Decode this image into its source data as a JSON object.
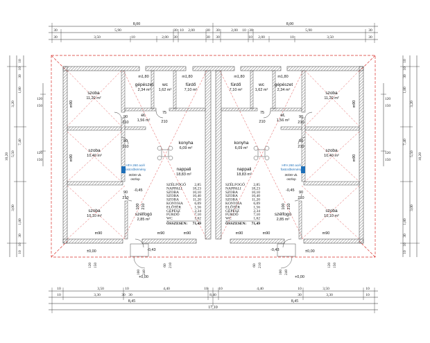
{
  "colors": {
    "wall": "#6e6e6e",
    "roof": "#d9302b",
    "hatch": "#9a9a9a",
    "diag": "#e05050",
    "blue": "#1d6fb8",
    "line": "#222222"
  },
  "dims": {
    "top_total": [
      "8,00",
      "8,00"
    ],
    "top_row1": [
      "30",
      "5,90",
      "30",
      "10",
      "2,00",
      "30",
      "30",
      "2,00",
      "10",
      "30",
      "5,90",
      "30"
    ],
    "top_row2": [
      "30",
      "3,50",
      "10",
      "2,00",
      "30",
      "30",
      "30",
      "10",
      "2,00",
      "10",
      "3,50",
      "30"
    ],
    "left_outer": [
      "10",
      "10",
      "30",
      "1,80",
      "3,20",
      "7,40",
      "5,50",
      "3,00",
      "1,80",
      "30",
      "10",
      "10"
    ],
    "left_total": "10,20",
    "right_outer": [
      "10",
      "10",
      "30",
      "1,80",
      "3,20",
      "7,40",
      "5,50",
      "3,00",
      "1,80",
      "30",
      "10",
      "10"
    ],
    "right_total": "10,20",
    "left_inner": [
      "120",
      "150",
      "120",
      "150"
    ],
    "right_inner": [
      "120",
      "150",
      "120",
      "150"
    ],
    "bottom_row1": [
      "10",
      "3,50",
      "10",
      "4,40",
      "10",
      "10",
      "4,40",
      "10",
      "3,50",
      "10"
    ],
    "bottom_row2": [
      "10",
      "3,30",
      "30",
      "30",
      "8,40",
      "30",
      "3,30",
      "10"
    ],
    "bottom_row3": [
      "8,45",
      "8,45"
    ],
    "bottom_total": "17,10",
    "bottom_openings": [
      "120",
      "150",
      "60",
      "210",
      "100",
      "240",
      "+0,00",
      "+0,00",
      "100",
      "240",
      "60",
      "210",
      "120",
      "150"
    ]
  },
  "rooms": {
    "left": [
      {
        "name": "szoba",
        "area": "11,20 m²"
      },
      {
        "name": "gépészet",
        "area": "2,34 m²"
      },
      {
        "name": "wc",
        "area": "1,62 m²"
      },
      {
        "name": "fürdő",
        "area": "7,10 m²"
      },
      {
        "name": "et.",
        "area": "1,56 m²"
      },
      {
        "name": "szoba",
        "area": "10,40 m²"
      },
      {
        "name": "konyha",
        "area": "6,09 m²"
      },
      {
        "name": "nappali",
        "area": "18,83 m²"
      },
      {
        "name": "szoba",
        "area": "10,10 m²"
      },
      {
        "name": "szélfogó",
        "area": "2,85 m²"
      }
    ],
    "right": [
      {
        "name": "fürdő",
        "area": "7,10 m²"
      },
      {
        "name": "wc",
        "area": "1,62 m²"
      },
      {
        "name": "gépészet",
        "area": "2,34 m²"
      },
      {
        "name": "szoba",
        "area": "11,20 m²"
      },
      {
        "name": "et.",
        "area": "1,56 m²"
      },
      {
        "name": "konyha",
        "area": "6,09 m²"
      },
      {
        "name": "szoba",
        "area": "10,40 m²"
      },
      {
        "name": "nappali",
        "area": "18,83 m²"
      },
      {
        "name": "szoba",
        "area": "10,10 m²"
      },
      {
        "name": "szélfogó",
        "area": "2,85 m²"
      }
    ]
  },
  "area_table": {
    "rows": [
      {
        "label": "SZÉLFOGÓ",
        "value": "2,85"
      },
      {
        "label": "NAPPALI",
        "value": "18,23"
      },
      {
        "label": "SZOBA",
        "value": "10,10"
      },
      {
        "label": "SZOBA",
        "value": "10,40"
      },
      {
        "label": "SZOBA",
        "value": "11,20"
      },
      {
        "label": "KONYHA",
        "value": "6,09"
      },
      {
        "label": "ELŐTÉR",
        "value": "1,56"
      },
      {
        "label": "GÉPÉSZ",
        "value": "2,34"
      },
      {
        "label": "FÜRDŐ",
        "value": "7,10"
      },
      {
        "label": "WC",
        "value": "1,62"
      }
    ],
    "total_label": "ÖSSZESEN:",
    "total_value": "71,49"
  },
  "openings": {
    "m180": "m1,80",
    "m90": "m90",
    "d75": "75",
    "d210": "210",
    "d90": "90",
    "d100": "100"
  },
  "levels": {
    "minus045": "-0,45",
    "minus043": "-0,43",
    "pm000": "±0,00",
    "plus000": "+0,00"
  },
  "notes": {
    "heater_line1": "HFA 260 acél",
    "heater_line2": "füstcsõkémény",
    "heater_line3": "30/30 vb.",
    "heater_line4": "oszlop"
  }
}
